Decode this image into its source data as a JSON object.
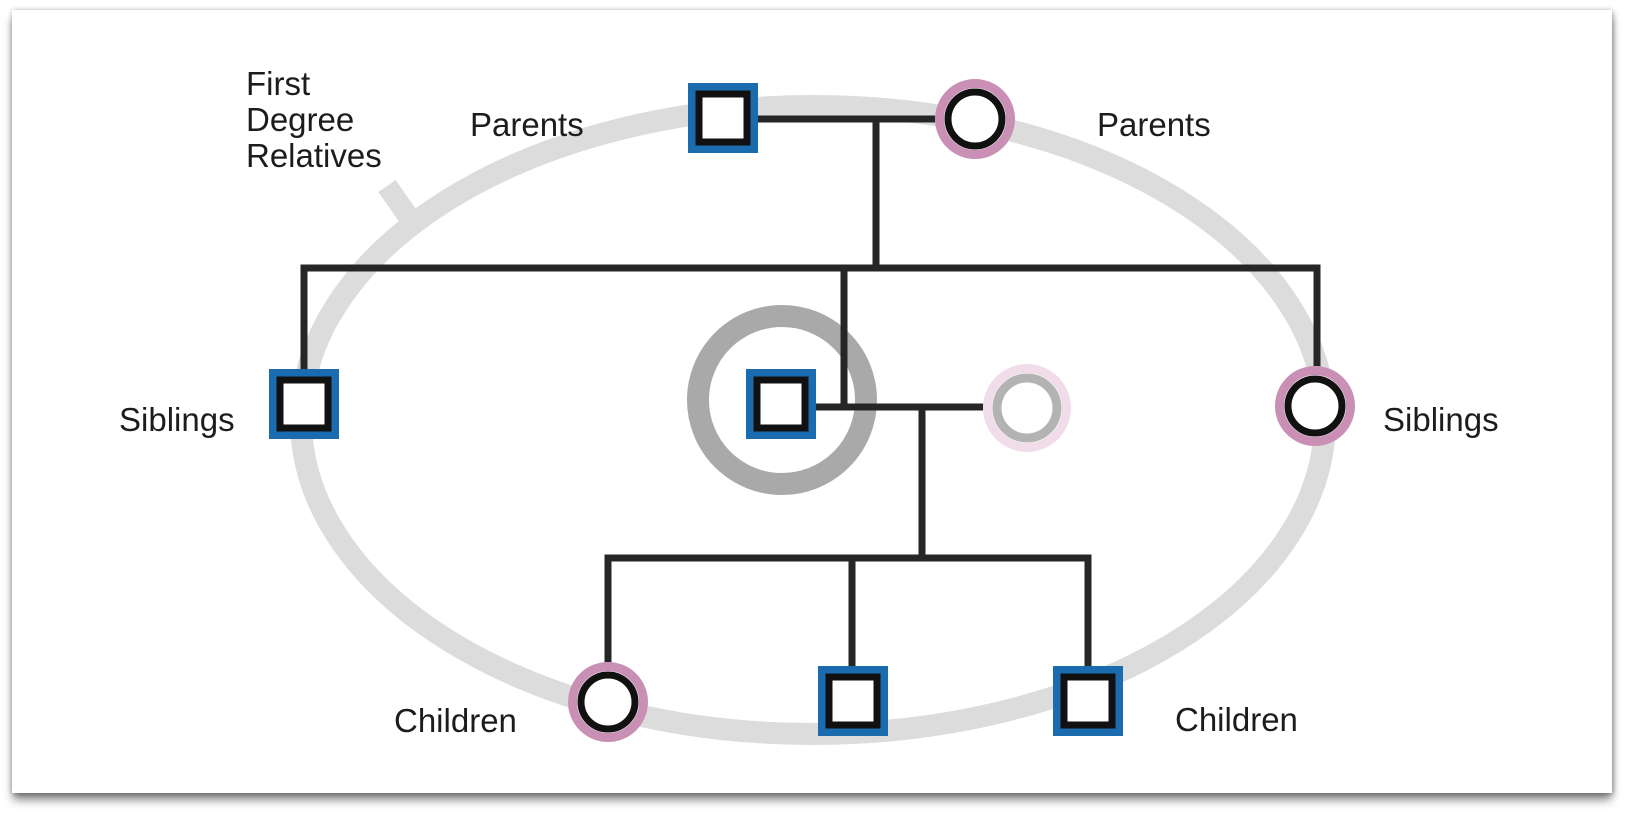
{
  "diagram": {
    "region_label": {
      "lines": [
        "First",
        "Degree",
        "Relatives"
      ]
    },
    "labels": {
      "parents_left": "Parents",
      "parents_right": "Parents",
      "siblings_left": "Siblings",
      "siblings_right": "Siblings",
      "children_left": "Children",
      "children_right": "Children"
    },
    "individuals": [
      {
        "id": "father",
        "row": "parents",
        "symbol": "square",
        "outline": "blue"
      },
      {
        "id": "mother",
        "row": "parents",
        "symbol": "circle",
        "outline": "pink"
      },
      {
        "id": "sibling-left",
        "row": "siblings",
        "symbol": "square",
        "outline": "blue"
      },
      {
        "id": "proband",
        "row": "siblings",
        "symbol": "square",
        "outline": "blue",
        "highlighted": true
      },
      {
        "id": "partner",
        "row": "siblings",
        "symbol": "circle",
        "outline": "faded"
      },
      {
        "id": "sibling-right",
        "row": "siblings",
        "symbol": "circle",
        "outline": "pink"
      },
      {
        "id": "child-left",
        "row": "children",
        "symbol": "circle",
        "outline": "pink"
      },
      {
        "id": "child-middle",
        "row": "children",
        "symbol": "square",
        "outline": "blue"
      },
      {
        "id": "child-right",
        "row": "children",
        "symbol": "square",
        "outline": "blue"
      }
    ]
  },
  "colors": {
    "male-blue": "#1a6cae",
    "female-pink": "#c98fb4",
    "symbol-black": "#111111",
    "line-black": "#262626",
    "ellipse-gray": "#dcdcdc",
    "proband-ring-gray": "#a9a9a9",
    "faded-pink": "#f0dde9",
    "faded-gray": "#b3b3b3",
    "text-color": "#1c1c1c",
    "card-bg": "#ffffff"
  }
}
